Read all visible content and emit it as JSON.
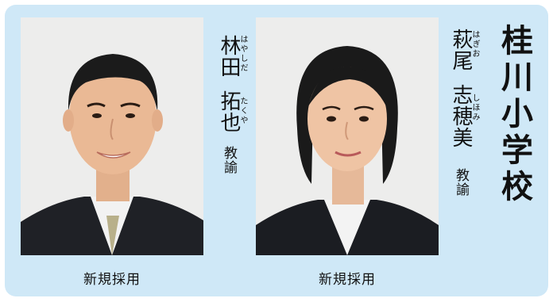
{
  "school": {
    "name": "桂川小学校"
  },
  "teachers": [
    {
      "surname": "林田",
      "given": "拓也",
      "surname_reading": "はやしだ",
      "given_reading": "たくや",
      "role": "教諭",
      "caption": "新規採用"
    },
    {
      "surname": "萩尾",
      "given": "志穂美",
      "surname_reading": "はぎお",
      "given_reading": "しほみ",
      "role": "教諭",
      "caption": "新規採用"
    }
  ],
  "colors": {
    "panel_background": "#cfe8f7",
    "photo_background": "#ededec",
    "text": "#111111"
  }
}
